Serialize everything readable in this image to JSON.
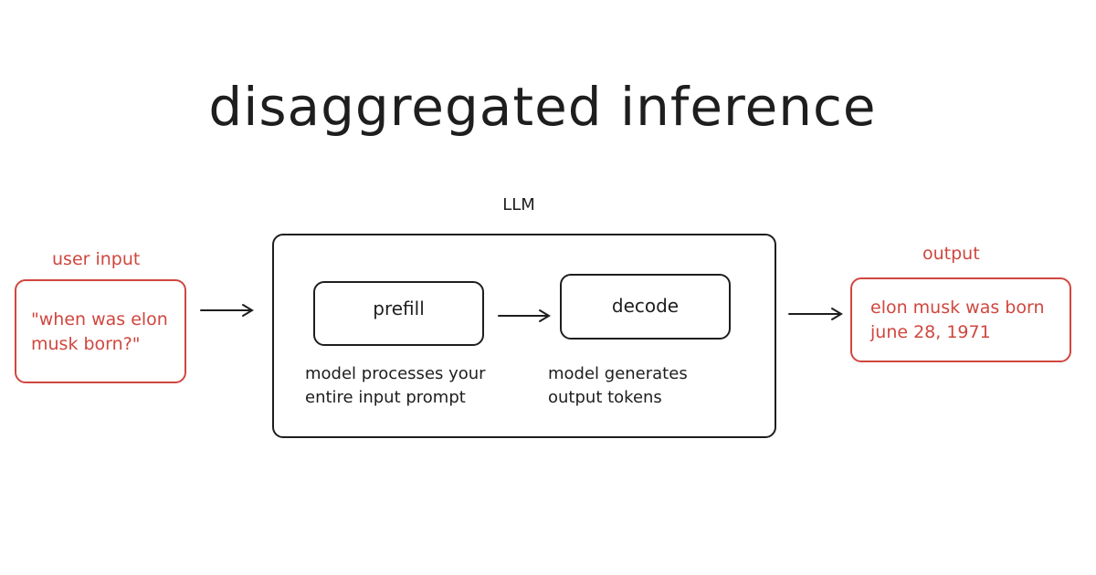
{
  "title": "disaggregated inference",
  "user_input": {
    "label": "user input",
    "text_line1": "\"when was elon",
    "text_line2": "musk born?\""
  },
  "llm": {
    "label": "LLM",
    "prefill": {
      "label": "prefill",
      "desc_line1": "model processes your",
      "desc_line2": "entire input prompt"
    },
    "decode": {
      "label": "decode",
      "desc_line1": "model generates",
      "desc_line2": "output tokens"
    }
  },
  "output": {
    "label": "output",
    "text_line1": "elon musk was born",
    "text_line2": "june 28, 1971"
  },
  "colors": {
    "ink": "#1e1e1e",
    "accent_red": "#d0463e",
    "background": "#ffffff"
  }
}
